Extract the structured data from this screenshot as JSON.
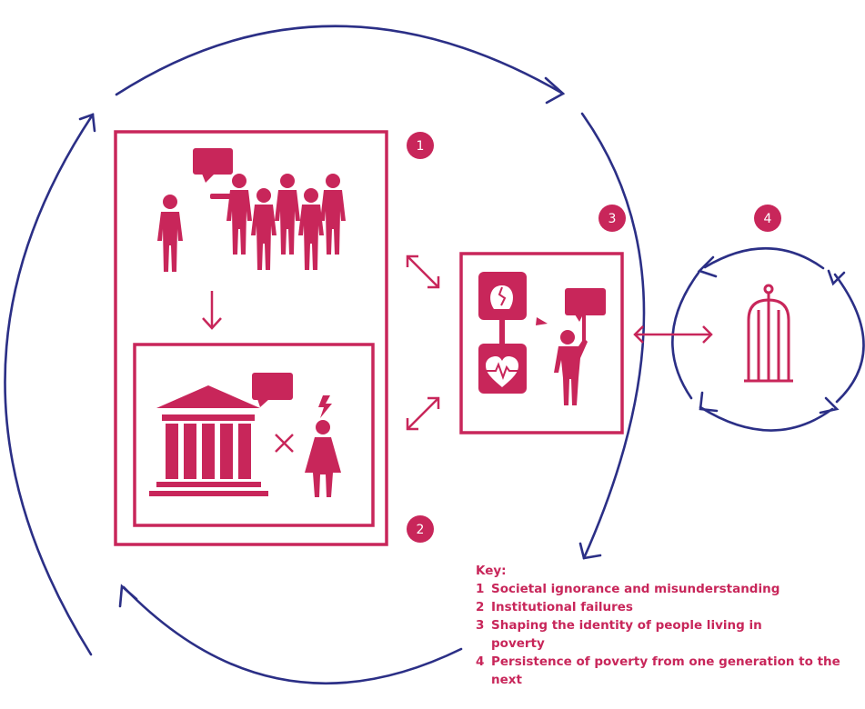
{
  "colors": {
    "accent": "#c8265a",
    "cycle": "#2b2f86",
    "background": "#ffffff"
  },
  "badges": [
    {
      "id": "badge-1",
      "label": "1"
    },
    {
      "id": "badge-2",
      "label": "2"
    },
    {
      "id": "badge-3",
      "label": "3"
    },
    {
      "id": "badge-4",
      "label": "4"
    }
  ],
  "icons": {
    "box1": [
      "speech-bubble-icon",
      "isolated-person-icon",
      "pointing-crowd-icon"
    ],
    "box2": [
      "institution-building-icon",
      "speech-bubble-icon",
      "cross-icon",
      "distressed-woman-icon",
      "lightning-icon"
    ],
    "box3": [
      "broken-heart-head-icon",
      "heart-monitor-icon",
      "speech-bubble-icon",
      "person-with-sign-icon"
    ],
    "cycle4": [
      "birdcage-icon"
    ],
    "arrows": [
      "down-arrow-icon",
      "double-arrow-icon"
    ]
  },
  "key": {
    "heading": "Key:",
    "items": [
      {
        "number": "1",
        "text": "Societal ignorance and misunderstanding"
      },
      {
        "number": "2",
        "text": "Institutional failures"
      },
      {
        "number": "3",
        "text": "Shaping the identity of people living in poverty"
      },
      {
        "number": "4",
        "text": "Persistence of poverty from one generation to the next"
      }
    ]
  }
}
